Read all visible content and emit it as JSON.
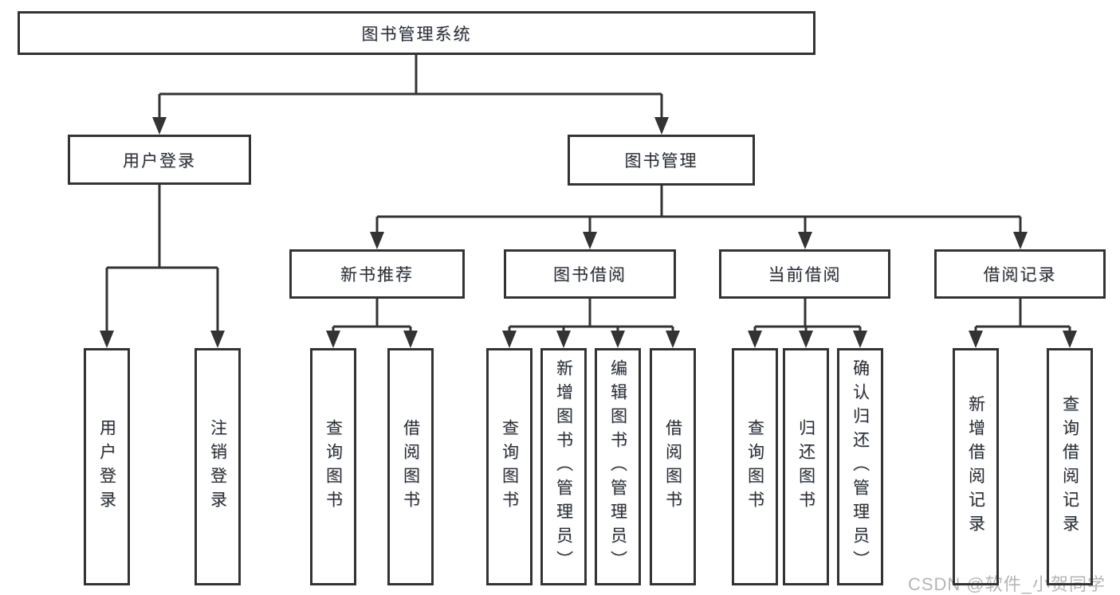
{
  "diagram": {
    "root": {
      "label": "图书管理系统"
    },
    "level1": [
      {
        "label": "用户登录"
      },
      {
        "label": "图书管理"
      }
    ],
    "level2": [
      {
        "label": "新书推荐"
      },
      {
        "label": "图书借阅"
      },
      {
        "label": "当前借阅"
      },
      {
        "label": "借阅记录"
      }
    ],
    "leaves": [
      {
        "label": "用户登录"
      },
      {
        "label": "注销登录"
      },
      {
        "label": "查询图书"
      },
      {
        "label": "借阅图书"
      },
      {
        "label": "查询图书"
      },
      {
        "label": "新增图书（管理员）"
      },
      {
        "label": "编辑图书（管理员）"
      },
      {
        "label": "借阅图书"
      },
      {
        "label": "查询图书"
      },
      {
        "label": "归还图书"
      },
      {
        "label": "确认归还（管理员）"
      },
      {
        "label": "新增借阅记录"
      },
      {
        "label": "查询借阅记录"
      }
    ]
  },
  "watermark": {
    "text": "CSDN @软件_小贺同学"
  },
  "colors": {
    "background": "#ffffff",
    "box_fill": "#ffffff",
    "box_border": "#333333",
    "line": "#333333",
    "text": "#2e2e2e",
    "watermark": "#b5b5b5"
  }
}
